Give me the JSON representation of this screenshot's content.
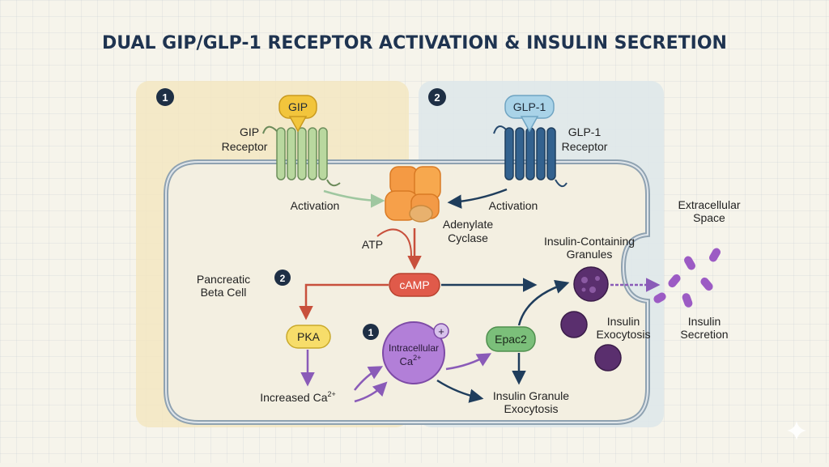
{
  "title": "DUAL GIP/GLP-1 RECEPTOR ACTIVATION & INSULIN SECRETION",
  "panels": {
    "left_number": "1",
    "right_number": "2"
  },
  "gip": {
    "ligand": "GIP",
    "receptor_line1": "GIP",
    "receptor_line2": "Receptor",
    "activation": "Activation"
  },
  "glp1": {
    "ligand": "GLP-1",
    "receptor_line1": "GLP-1",
    "receptor_line2": "Receptor",
    "activation": "Activation"
  },
  "enzyme": {
    "line1": "Adenylate",
    "line2": "Cyclase"
  },
  "atp": "ATP",
  "camp": "cAMP",
  "cell": {
    "line1": "Pancreatic",
    "line2": "Beta Cell",
    "number": "2"
  },
  "pka": "PKA",
  "increased_ca": {
    "text": "Increased Ca",
    "sup": "2+"
  },
  "calcium": {
    "number": "1",
    "plus": "+",
    "line1": "Intracellular",
    "line2": "Ca",
    "sup": "2+"
  },
  "epac": "Epac2",
  "granule_exocytosis": {
    "line1": "Insulin Granule",
    "line2": "Exocytosis"
  },
  "granules_label": {
    "line1": "Insulin-Containing",
    "line2": "Granules"
  },
  "insulin_exocytosis": {
    "line1": "Insulin",
    "line2": "Exocytosis"
  },
  "extracellular": {
    "line1": "Extracellular",
    "line2": "Space"
  },
  "secretion": {
    "line1": "Insulin",
    "line2": "Secretion"
  },
  "colors": {
    "title": "#1e3350",
    "gip_panel": "#f3e6c2",
    "glp_panel": "#dfe8e8",
    "cell_fill": "#f3efe1",
    "cell_border": "#9aaab6",
    "gip_receptor": "#b9d89f",
    "glp_receptor": "#33628f",
    "ligand_gip": "#f2c53c",
    "ligand_glp": "#a9d3e8",
    "enzyme": "#f39a4a",
    "camp": "#e05a4a",
    "pka": "#f7dd6a",
    "calcium": "#b27fd8",
    "epac": "#7bbf7a",
    "granule": "#5a2f6e",
    "insulin": "#9c5bc4"
  }
}
